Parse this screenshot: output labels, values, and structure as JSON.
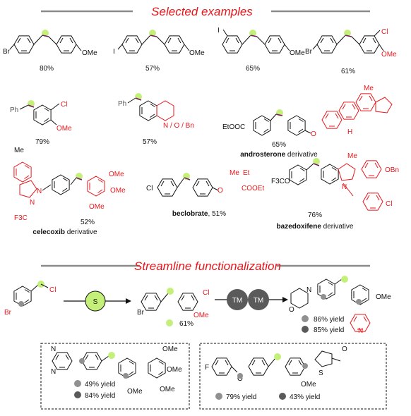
{
  "headings": {
    "selected": "Selected examples",
    "streamline": "Streamline functionalization"
  },
  "colors": {
    "red": "#e8161b",
    "green": "#c4f07a",
    "purple": "#7a1b6e",
    "grey": "#909090",
    "darkgrey": "#5a5a5a"
  },
  "examples": [
    {
      "substituent": "Br",
      "para": "OMe",
      "yield": "80%"
    },
    {
      "substituent": "I",
      "para": "OMe",
      "yield": "57%"
    },
    {
      "substituent": "I",
      "para": "OMe",
      "yield": "65%"
    },
    {
      "substituent": "Br",
      "meta": "Cl",
      "para": "OMe",
      "yield": "61%"
    },
    {
      "substituent": "Ph",
      "meta": "Cl",
      "para": "OMe",
      "yield": "79%"
    },
    {
      "substituent": "Ph",
      "ring": "N / O / Bn",
      "yield": "57%"
    },
    {
      "substituent": "EtOOC",
      "linker": "O",
      "me_label": "Me",
      "ring_h": "H",
      "yield": "65%",
      "name_bold": "androsterone",
      "name_rest": " derivative"
    },
    {
      "substituent": "Me",
      "cf3": "F3C",
      "n1": "N",
      "n2": "N",
      "ome": [
        "OMe",
        "OMe",
        "OMe"
      ],
      "yield": "52%",
      "name_bold": "celecoxib",
      "name_rest": " derivative"
    },
    {
      "substituent": "Cl",
      "o": "O",
      "me": "Me",
      "et": "Et",
      "ester": "COOEt",
      "yield_text": "51%",
      "name_bold": "beclobrate",
      "name_rest": ", "
    },
    {
      "substituent": "F3CO",
      "me": "Me",
      "n": "N",
      "obn": "OBn",
      "cl": "Cl",
      "yield": "76%",
      "name_bold": "bazedoxifene",
      "name_rest": " derivative"
    }
  ],
  "streamline": {
    "start_br": "Br",
    "start_cl": "Cl",
    "s_label": "S",
    "mid_br": "Br",
    "mid_cl": "Cl",
    "mid_ome": "OMe",
    "mid_yield": "61%",
    "tm1": "TM",
    "tm2": "TM",
    "prod_n": "N",
    "prod_o": "O",
    "prod_ome": "OMe",
    "prod_n2": "N",
    "prod_y1": "86% yield",
    "prod_y2": "85% yield"
  },
  "box1": {
    "n1": "N",
    "n2": "N",
    "ome": [
      "OMe",
      "OMe",
      "OMe",
      "OMe"
    ],
    "y1": "49% yield",
    "y2": "84% yield"
  },
  "box2": {
    "f": "F",
    "o": "O",
    "s": "S",
    "oxo": "O",
    "ome": "OMe",
    "y1": "79% yield",
    "y2": "43% yield"
  }
}
